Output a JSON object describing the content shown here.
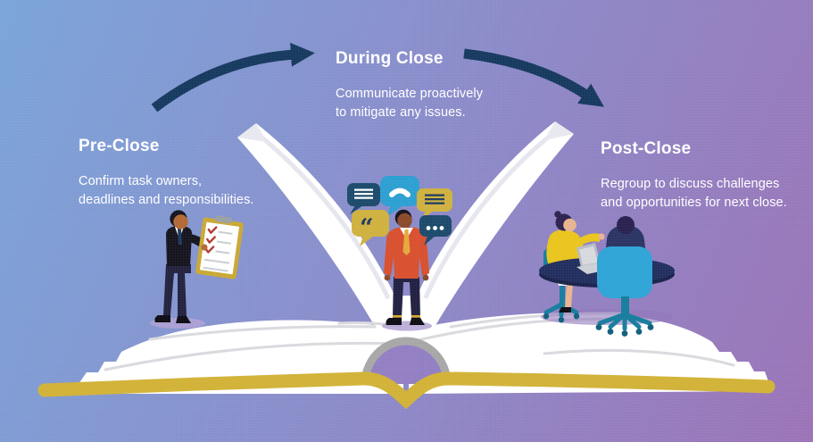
{
  "phases": [
    {
      "id": "pre-close",
      "label": "Pre-Close",
      "description": "Confirm task owners,\ndeadlines and responsibilities."
    },
    {
      "id": "during-close",
      "label": "During Close",
      "description": "Communicate proactively\nto mitigate any issues."
    },
    {
      "id": "post-close",
      "label": "Post-Close",
      "description": "Regroup to discuss challenges\nand opportunities for next close."
    }
  ],
  "colors": {
    "background_top_left": "#7aa4d9",
    "background_bottom_right": "#9b73b7",
    "arrow_navy": "#16395f",
    "heading_text": "#ffffff",
    "book_page_white": "#ffffff",
    "book_cover_gold": "#d2b237",
    "spine_gray": "#a7a7a7",
    "bubble_navy": "#1c4a6b",
    "bubble_blue": "#2c9fd2",
    "bubble_gold": "#cfb13f",
    "sweater_red": "#d8502f",
    "blouse_yellow": "#e9c51e",
    "chair_blue": "#2ea4d6",
    "chair_teal": "#177d9e",
    "desk_navy": "#222e5e",
    "check_red": "#b23730"
  },
  "icons": {
    "quote_glyph": "“",
    "check_glyph": "✓",
    "ellipsis_glyph": "•••",
    "phone_icon": "phone-handset",
    "chat_lines_icon": "speech-lines",
    "curved_arrow_icon": "curved-arrow"
  }
}
